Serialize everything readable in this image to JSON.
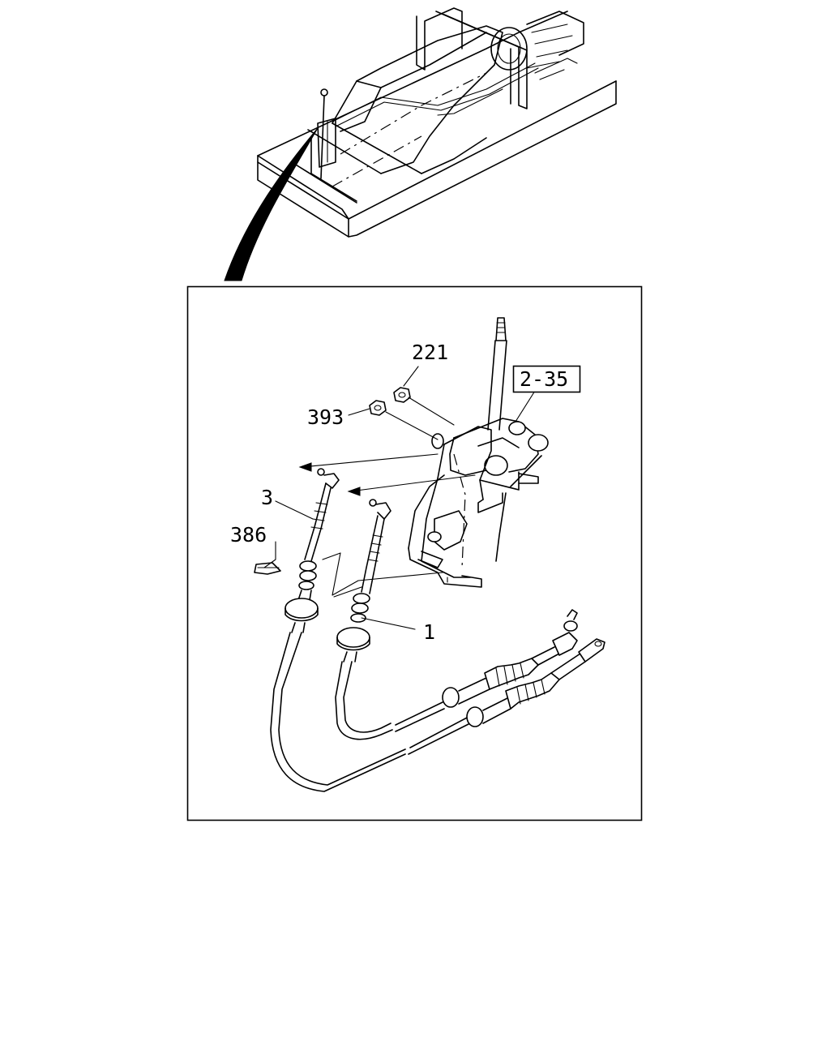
{
  "diagram": {
    "callouts": [
      {
        "id": "221",
        "label": "221"
      },
      {
        "id": "393",
        "label": "393"
      },
      {
        "id": "3",
        "label": "3"
      },
      {
        "id": "386",
        "label": "386"
      },
      {
        "id": "1",
        "label": "1"
      }
    ],
    "reference_box": {
      "label": "2-35"
    }
  }
}
